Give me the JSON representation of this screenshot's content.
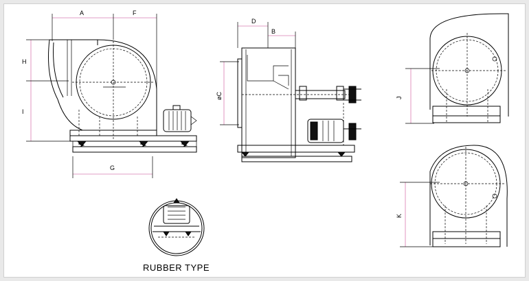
{
  "labels": {
    "A": "A",
    "F": "F",
    "H": "H",
    "I": "I",
    "G": "G",
    "D": "D",
    "B": "B",
    "C": "øC",
    "J": "J",
    "K": "K"
  },
  "caption": "RUBBER TYPE",
  "colors": {
    "background": "#e9e9e9",
    "panel": "#ffffff",
    "line": "#000000",
    "dimension_line": "#d97cb0"
  }
}
